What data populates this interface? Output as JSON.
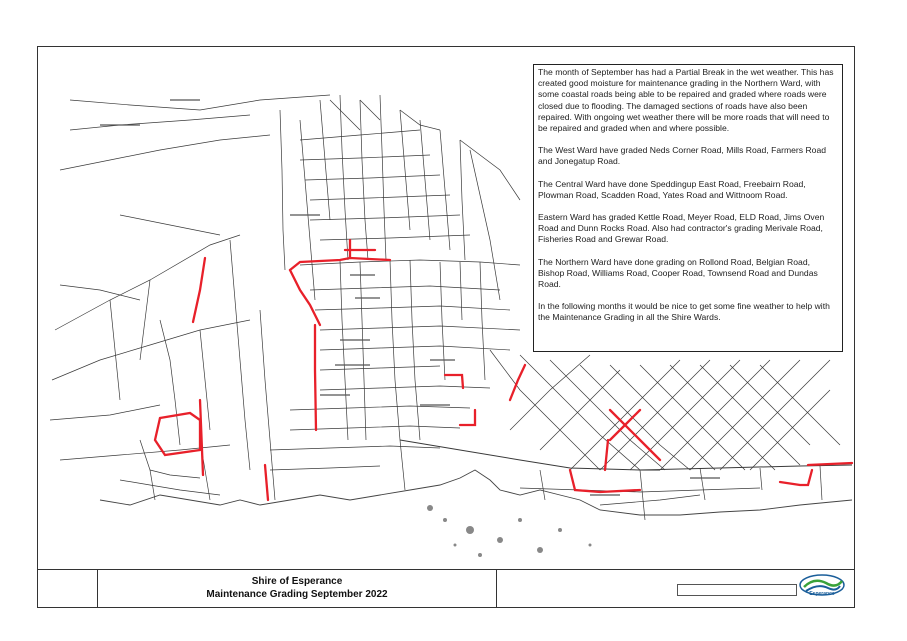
{
  "title": {
    "line1": "Shire of Esperance",
    "line2": "Maintenance Grading September 2022"
  },
  "logo": {
    "name": "Esperance",
    "tagline": "Shire of Esperance",
    "colors": [
      "#1a5e9a",
      "#3aa23a"
    ]
  },
  "notes": [
    "The month of September has had a Partial Break in the wet weather. This has created good moisture for maintenance grading in the Northern Ward, with some coastal roads being able to be repaired and graded where roads were closed due to flooding. The damaged sections of roads have also been repaired. With ongoing wet weather there will be more roads that will need to be repaired and graded when and where possible.",
    "The West Ward have graded Neds Corner Road, Mills Road, Farmers Road and Jonegatup Road.",
    "The Central Ward have done Speddingup East Road, Freebairn Road, Plowman Road, Scadden Road, Yates Road and Wittnoom Road.",
    "Eastern Ward has graded Kettle Road, Meyer Road, ELD Road, Jims Oven Road and Dunn Rocks Road. Also had contractor's grading Merivale Road, Fisheries Road and Grewar Road.",
    "The Northern Ward have done grading on Rollond Road, Belgian Road, Bishop Road, Williams Road, Cooper Road, Townsend Road and Dundas Road.",
    "In the following months it would be nice to get some fine weather to help with the Maintenance Grading in all the Shire Wards."
  ],
  "colors": {
    "road": "#3a3a3a",
    "graded_road": "#e8202a",
    "coast": "#444444"
  }
}
